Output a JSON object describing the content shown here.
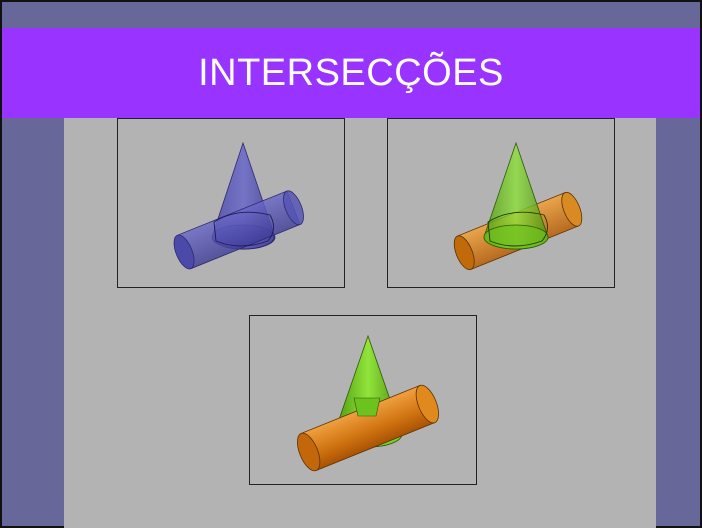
{
  "slide": {
    "title": "INTERSECÇÕES"
  },
  "figures": [
    {
      "name": "figure-blue-cone-cylinder",
      "style": "translucent-blue"
    },
    {
      "name": "figure-green-cone-orange-cylinder-translucent",
      "style": "translucent-green-orange"
    },
    {
      "name": "figure-green-cone-orange-cylinder-solid",
      "style": "solid-green-orange"
    }
  ],
  "colors": {
    "title_band": "#9933ff",
    "background": "#67679a",
    "canvas": "#b3b3b3",
    "blue": "#5a58b8",
    "green": "#6cc21e",
    "orange": "#d97a0c"
  }
}
